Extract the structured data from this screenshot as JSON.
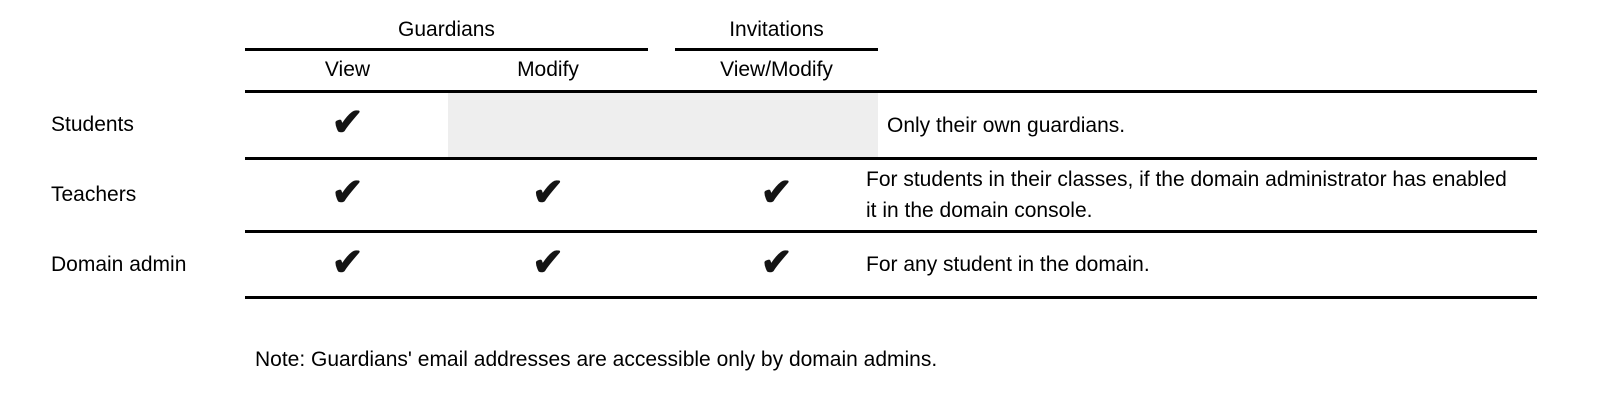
{
  "table": {
    "column_groups": [
      {
        "label": "Guardians"
      },
      {
        "label": "Invitations"
      }
    ],
    "columns": [
      {
        "label": "View"
      },
      {
        "label": "Modify"
      },
      {
        "label": "View/Modify"
      }
    ],
    "check_glyph": "✔",
    "rows": [
      {
        "label": "Students",
        "view": true,
        "modify": false,
        "view_modify": false,
        "note": "Only their own guardians."
      },
      {
        "label": "Teachers",
        "view": true,
        "modify": true,
        "view_modify": true,
        "note": "For students in their classes, if the domain administrator has enabled it in the domain console."
      },
      {
        "label": "Domain admin",
        "view": true,
        "modify": true,
        "view_modify": true,
        "note": "For any student in the domain."
      }
    ]
  },
  "footnote": "Note: Guardians' email addresses are accessible only by domain admins.",
  "colors": {
    "text": "#000000",
    "line": "#000000",
    "disabled_cell": "#eeeeee",
    "background": "#ffffff",
    "check": "#141414"
  }
}
